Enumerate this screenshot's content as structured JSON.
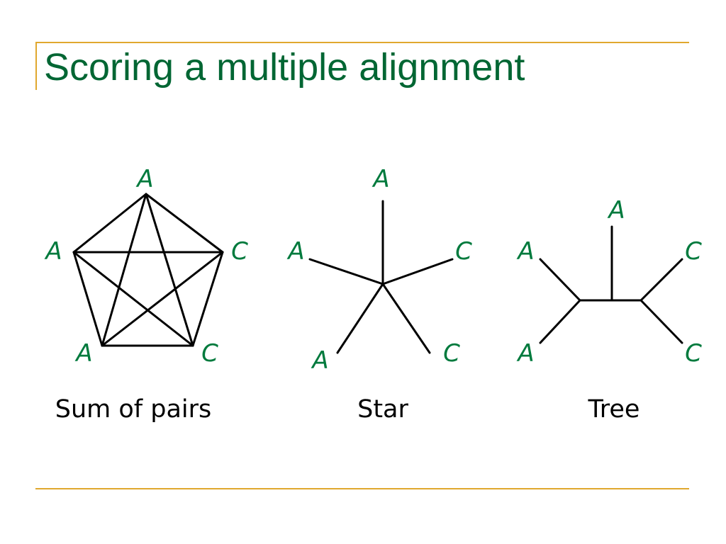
{
  "slide": {
    "title": "Scoring a multiple alignment",
    "colors": {
      "title": "#006633",
      "accent_rule": "#E0A82E",
      "node_label": "#007A3D",
      "edges": "#000000",
      "caption": "#000000"
    }
  },
  "diagrams": {
    "sum_of_pairs": {
      "caption": "Sum of pairs",
      "nodes": {
        "top": "A",
        "left": "A",
        "right": "C",
        "bottom_left": "A",
        "bottom_right": "C"
      }
    },
    "star": {
      "caption": "Star",
      "nodes": {
        "top": "A",
        "left": "A",
        "right": "C",
        "bottom_left": "A",
        "bottom_right": "C"
      }
    },
    "tree": {
      "caption": "Tree",
      "nodes": {
        "top": "A",
        "upper_left": "A",
        "upper_right": "C",
        "lower_left": "A",
        "lower_right": "C"
      }
    }
  }
}
